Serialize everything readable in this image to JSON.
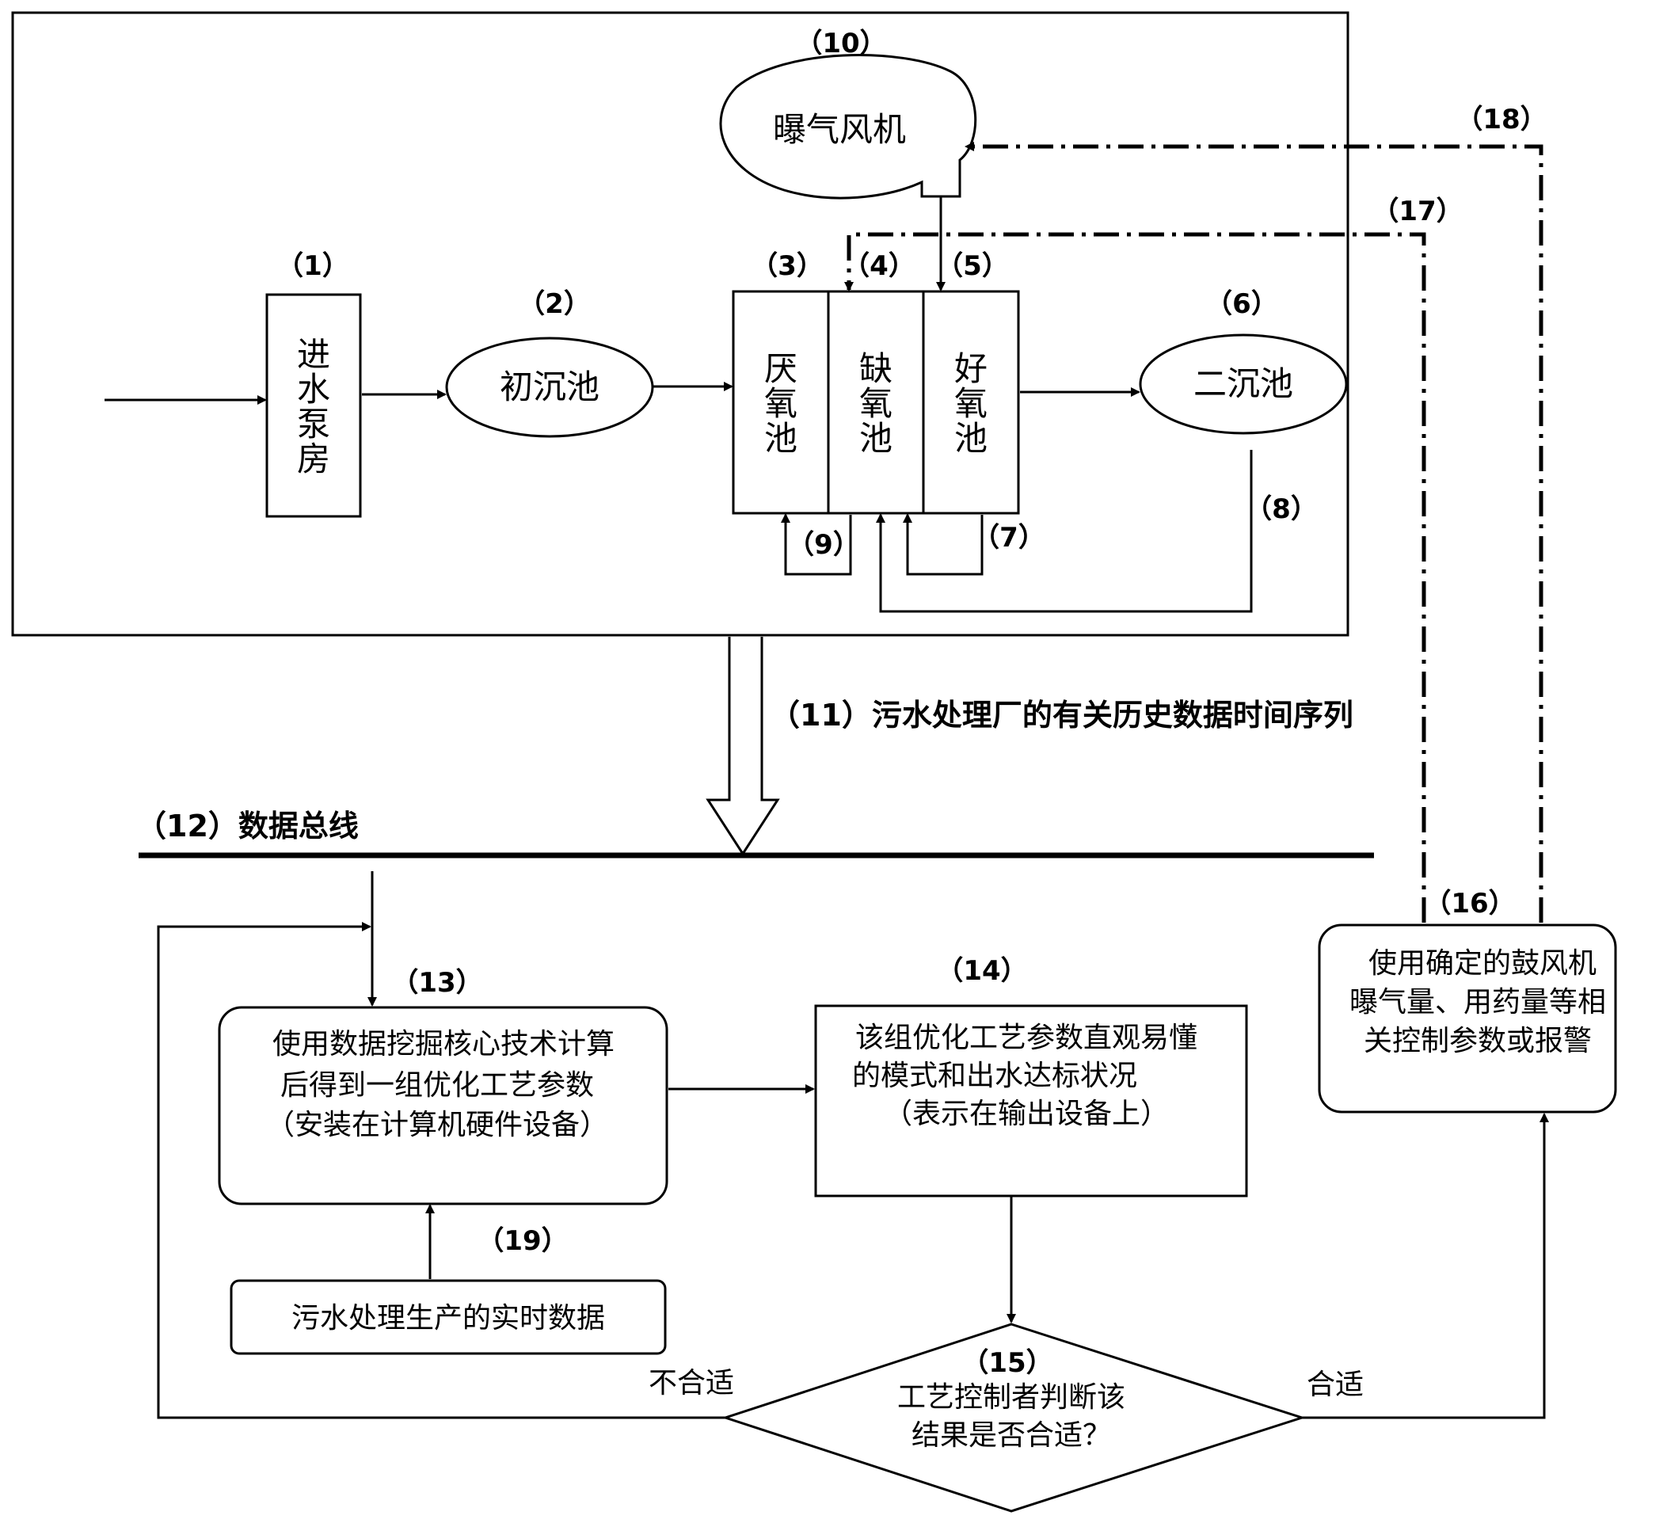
{
  "nodes": {
    "pump_room": {
      "num": "（1）",
      "text": [
        "进",
        "水",
        "泵",
        "房"
      ]
    },
    "primary_clarifier": {
      "num": "（2）",
      "text": "初沉池"
    },
    "anaerobic_tank": {
      "num": "（3）",
      "text": [
        "厌",
        "氧",
        "池"
      ]
    },
    "anoxic_tank": {
      "num": "（4）",
      "text": [
        "缺",
        "氧",
        "池"
      ]
    },
    "aerobic_tank": {
      "num": "（5）",
      "text": [
        "好",
        "氧",
        "池"
      ]
    },
    "secondary_clarifier": {
      "num": "（6）",
      "text": "二沉池"
    },
    "aeration_blower": {
      "num": "（10）",
      "text": "曝气风机"
    },
    "data_mining": {
      "num": "（13）",
      "text": [
        "使用数据挖掘核心技术计算",
        "后得到一组优化工艺参数",
        "（安装在计算机硬件设备）"
      ]
    },
    "pattern_output": {
      "num": "（14）",
      "text": [
        "该组优化工艺参数直观易懂",
        "的模式和出水达标状况",
        "（表示在输出设备上）"
      ]
    },
    "decision": {
      "num": "（15）",
      "text": [
        "工艺控制者判断该",
        "结果是否合适？"
      ]
    },
    "control_params": {
      "num": "（16）",
      "text": [
        "使用确定的鼓风机",
        "曝气量、用药量等相",
        "关控制参数或报警"
      ]
    },
    "realtime_data": {
      "num": "（19）",
      "text": "污水处理生产的实时数据"
    }
  },
  "labels": {
    "recycle_7": "（7）",
    "recycle_8": "（8）",
    "recycle_9": "（9）",
    "history_data": "（11）污水处理厂的有关历史数据时间序列",
    "data_bus": "（12）数据总线",
    "control_17": "（17）",
    "control_18": "（18）",
    "not_suitable": "不合适",
    "suitable": "合适"
  }
}
